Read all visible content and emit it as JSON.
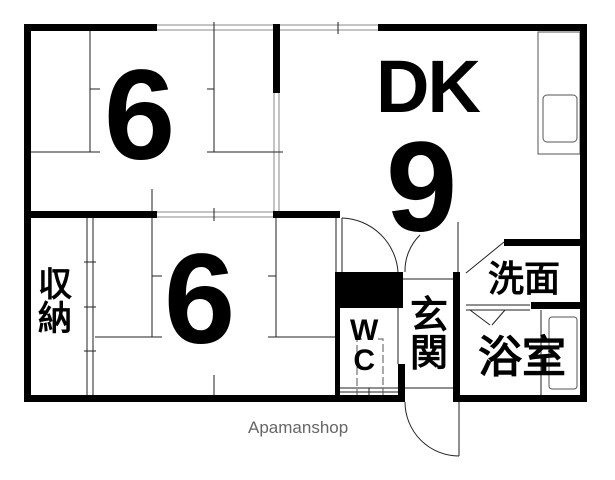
{
  "floorplan": {
    "rooms": {
      "bedroom_top": {
        "size": "6",
        "type": "japanese-tatami"
      },
      "dining_kitchen": {
        "label": "DK",
        "size": "9"
      },
      "bedroom_bottom": {
        "size": "6",
        "type": "japanese-tatami"
      },
      "storage": {
        "label_1": "収",
        "label_2": "納"
      },
      "toilet": {
        "label_1": "W",
        "label_2": "C"
      },
      "entrance": {
        "label_1": "玄",
        "label_2": "関"
      },
      "washroom": {
        "label": "洗面"
      },
      "bathroom": {
        "label": "浴室"
      }
    },
    "colors": {
      "wall": "#000000",
      "line": "#333333",
      "window": "#888888",
      "watermark": "#666666"
    }
  },
  "watermark": {
    "text": "Apamanshop"
  }
}
